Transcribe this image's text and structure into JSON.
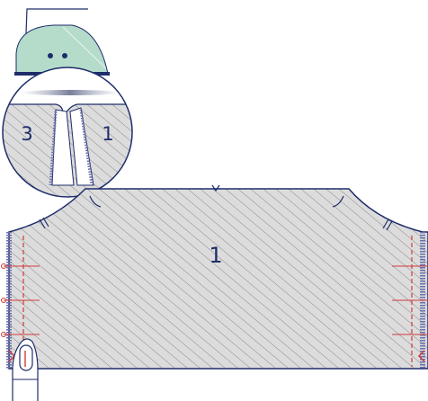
{
  "diagram": {
    "piece_label": "1",
    "detail_left_label": "3",
    "detail_right_label": "1"
  },
  "colors": {
    "outline": "#1e2d6b",
    "fabric_fill": "#dcdcdc",
    "hatch": "#8a8a8a",
    "iron_body": "#b5dccb",
    "iron_plate": "#1e2d6b",
    "stitch_red": "#d23a3a",
    "serger": "#6a6fae"
  },
  "icons": [
    "iron-icon",
    "zipper-foot-icon",
    "notch-marker-icon"
  ]
}
